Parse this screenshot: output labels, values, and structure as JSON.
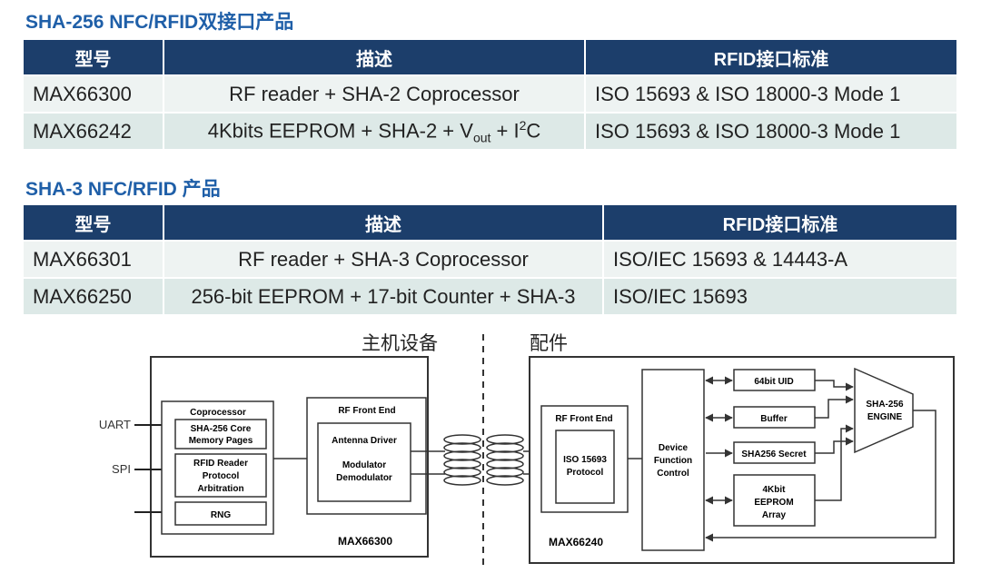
{
  "tables": [
    {
      "title": "SHA-256 NFC/RFID双接口产品",
      "headers": [
        "型号",
        "描述",
        "RFID接口标准"
      ],
      "rows": [
        {
          "model": "MAX66300",
          "desc": "RF reader + SHA-2 Coprocessor",
          "std": "ISO 15693 & ISO 18000-3  Mode 1"
        },
        {
          "model": "MAX66242",
          "desc_pre": "4Kbits EEPROM + SHA-2 + V",
          "desc_sub": "out",
          "desc_mid": " + I",
          "desc_sup": "2",
          "desc_post": "C",
          "std": "ISO 15693 & ISO 18000-3 Mode 1"
        }
      ]
    },
    {
      "title": "SHA-3 NFC/RFID 产品",
      "headers": [
        "型号",
        "描述",
        "RFID接口标准"
      ],
      "rows": [
        {
          "model": "MAX66301",
          "desc": "RF reader + SHA-3 Coprocessor",
          "std": "ISO/IEC 15693 & 14443-A"
        },
        {
          "model": "MAX66250",
          "desc": "256-bit EEPROM + 17-bit Counter + SHA-3",
          "std": "ISO/IEC 15693"
        }
      ]
    }
  ],
  "diagram": {
    "host_label": "主机设备",
    "accessory_label": "配件",
    "interfaces": [
      "UART",
      "SPI"
    ],
    "host": {
      "chip": "MAX66300",
      "coprocessor_title": "Coprocessor",
      "sha_core": [
        "SHA-256 Core",
        "Memory Pages"
      ],
      "rfid_reader": [
        "RFID Reader",
        "Protocol",
        "Arbitration"
      ],
      "rng": "RNG",
      "rf_front_end": "RF Front End",
      "antenna": [
        "Antenna Driver",
        "Modulator",
        "Demodulator"
      ]
    },
    "accessory": {
      "chip": "MAX66240",
      "rf_front_end": "RF Front End",
      "protocol": [
        "ISO 15693",
        "Protocol"
      ],
      "dfc": [
        "Device",
        "Function",
        "Control"
      ],
      "uid": "64bit UID",
      "buffer": "Buffer",
      "secret": "SHA256 Secret",
      "eeprom": [
        "4Kbit",
        "EEPROM",
        "Array"
      ],
      "engine": [
        "SHA-256",
        "ENGINE"
      ]
    }
  }
}
